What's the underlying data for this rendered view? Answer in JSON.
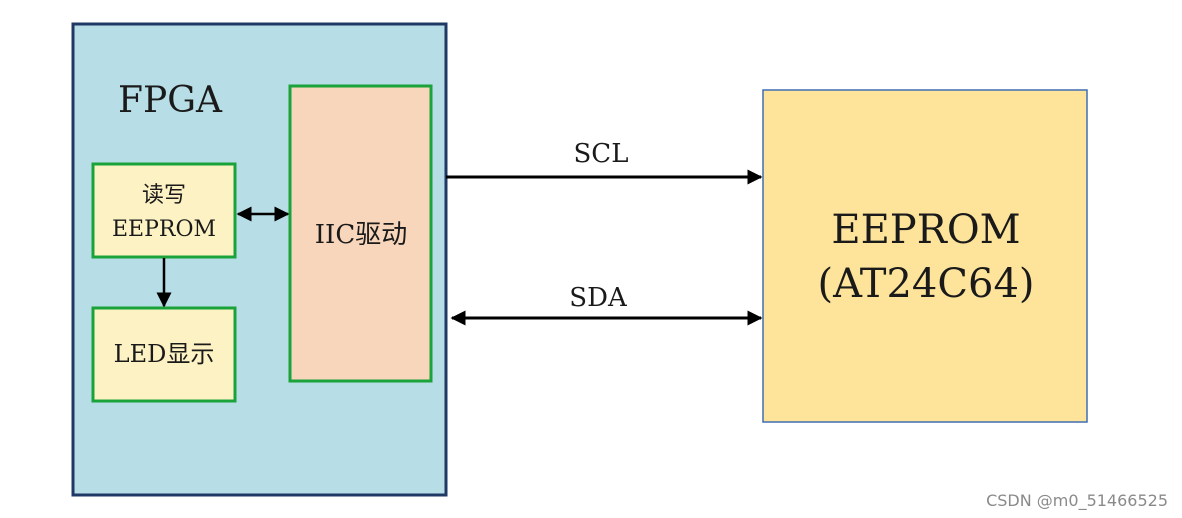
{
  "fpga": {
    "label": "FPGA"
  },
  "rw_block": {
    "line1": "读写",
    "line2": "EEPROM"
  },
  "led_block": {
    "label": "LED显示"
  },
  "iic_block": {
    "label": "IIC驱动"
  },
  "eeprom": {
    "line1": "EEPROM",
    "line2": "(AT24C64)"
  },
  "signals": {
    "scl": "SCL",
    "sda": "SDA"
  },
  "watermark": "CSDN @m0_51466525",
  "colors": {
    "fpga_fill": "#b7dde6",
    "fpga_border": "#1f3864",
    "block_fill": "#fdf2c4",
    "block_border": "#1aa33a",
    "iic_fill": "#f8d6bb",
    "eeprom_fill": "#fde49a",
    "eeprom_border": "#3f6fb4"
  }
}
